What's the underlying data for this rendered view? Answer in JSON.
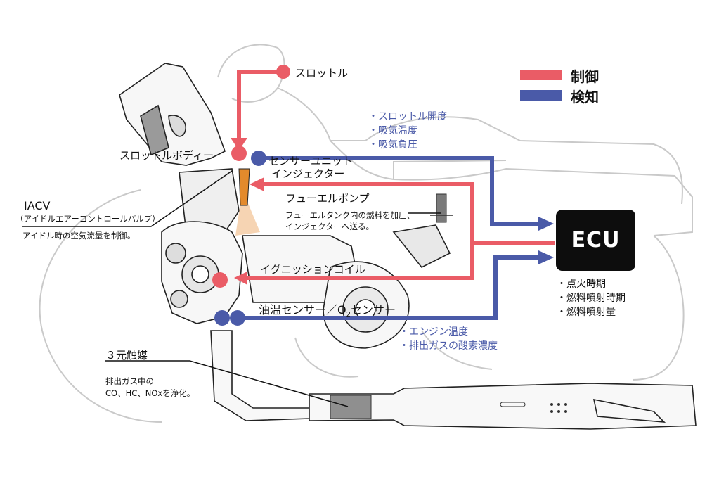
{
  "legend": {
    "control_label": "制御",
    "detect_label": "検知",
    "control_color": "#ea5c66",
    "detect_color": "#4a5aa8"
  },
  "components": {
    "throttle": "スロットル",
    "throttle_body": "スロットルボディー",
    "sensor_unit": "センサーユニット",
    "injector": "インジェクター",
    "fuel_pump": "フューエルポンプ",
    "fuel_pump_desc_1": "フューエルタンク内の燃料を加圧、",
    "fuel_pump_desc_2": "インジェクターへ送る。",
    "ignition_coil": "イグニッションコイル",
    "oil_o2_sensor_a": "油温センサー／O",
    "oil_o2_sensor_sub": "2",
    "oil_o2_sensor_b": "センサー",
    "iacv_title": "IACV",
    "iacv_sub": "（アイドルエアーコントロールバルブ）",
    "iacv_desc": "アイドル時の空気流量を制御。",
    "catalyst_title": "３元触媒",
    "catalyst_desc_1": "排出ガス中の",
    "catalyst_desc_2": "CO、HC、NOxを浄化。",
    "ecu": "ECU"
  },
  "sensor_unit_signals": [
    "・スロットル開度",
    "・吸気温度",
    "・吸気負圧"
  ],
  "engine_signals": [
    "・エンジン温度",
    "・排出ガスの酸素濃度"
  ],
  "ecu_outputs": [
    "・点火時期",
    "・燃料噴射時期",
    "・燃料噴射量"
  ]
}
